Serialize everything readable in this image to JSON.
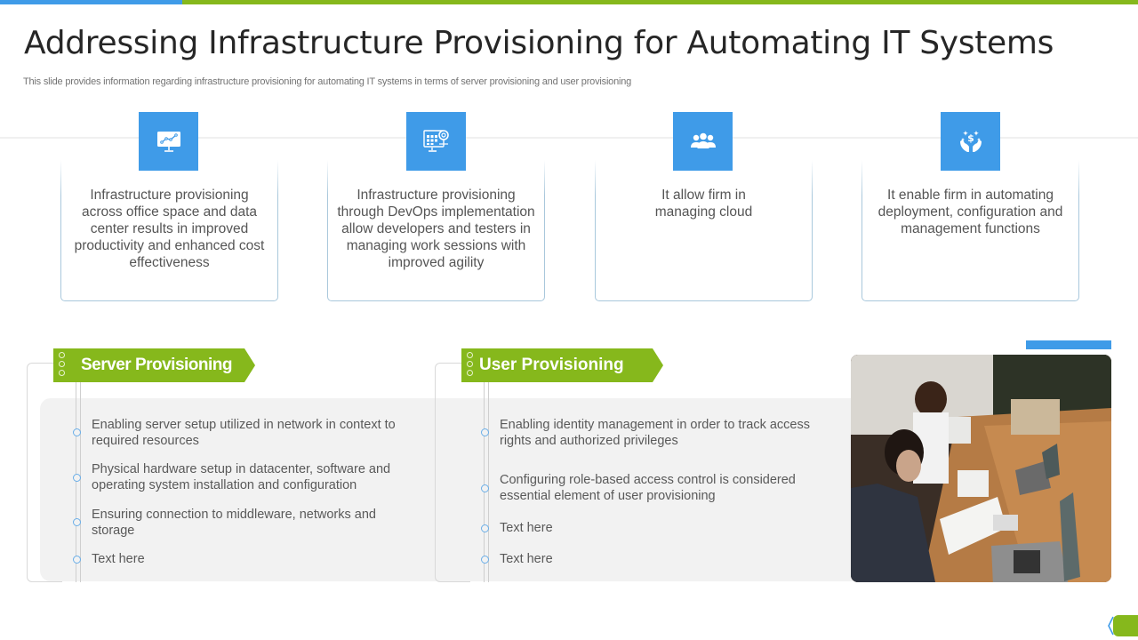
{
  "slide": {
    "title": "Addressing Infrastructure Provisioning for Automating IT Systems",
    "subtitle": "This slide provides information regarding infrastructure provisioning for automating IT systems in terms of server provisioning and user provisioning"
  },
  "colors": {
    "accent_blue": "#3f9be8",
    "accent_green": "#86b81c",
    "panel_gray": "#f2f2f2"
  },
  "cards": [
    {
      "icon": "monitor-chart-icon",
      "text": "Infrastructure  provisioning across office space and data center results in improved productivity and enhanced cost effectiveness"
    },
    {
      "icon": "monitor-gear-icon",
      "text": "Infrastructure  provisioning through DevOps implementation allow developers and testers in managing work sessions with improved agility"
    },
    {
      "icon": "team-icon",
      "text": "It allow firm in managing cloud"
    },
    {
      "icon": "hands-dollar-icon",
      "text": "It enable firm in automating deployment, configuration and management functions"
    }
  ],
  "sections": [
    {
      "label": "Server Provisioning",
      "items": [
        "Enabling server setup utilized in network in context to required resources",
        "Physical hardware setup in datacenter, software and operating system  installation and configuration",
        "Ensuring connection to middleware, networks and storage",
        "Text here"
      ]
    },
    {
      "label": "User Provisioning",
      "items": [
        "Enabling identity management in order to track access rights and authorized privileges",
        "Configuring role-based access control is considered essential element of user provisioning",
        "Text here",
        "Text here"
      ]
    }
  ],
  "photo": {
    "description": "Two people working at laptops on a wooden office desk"
  }
}
